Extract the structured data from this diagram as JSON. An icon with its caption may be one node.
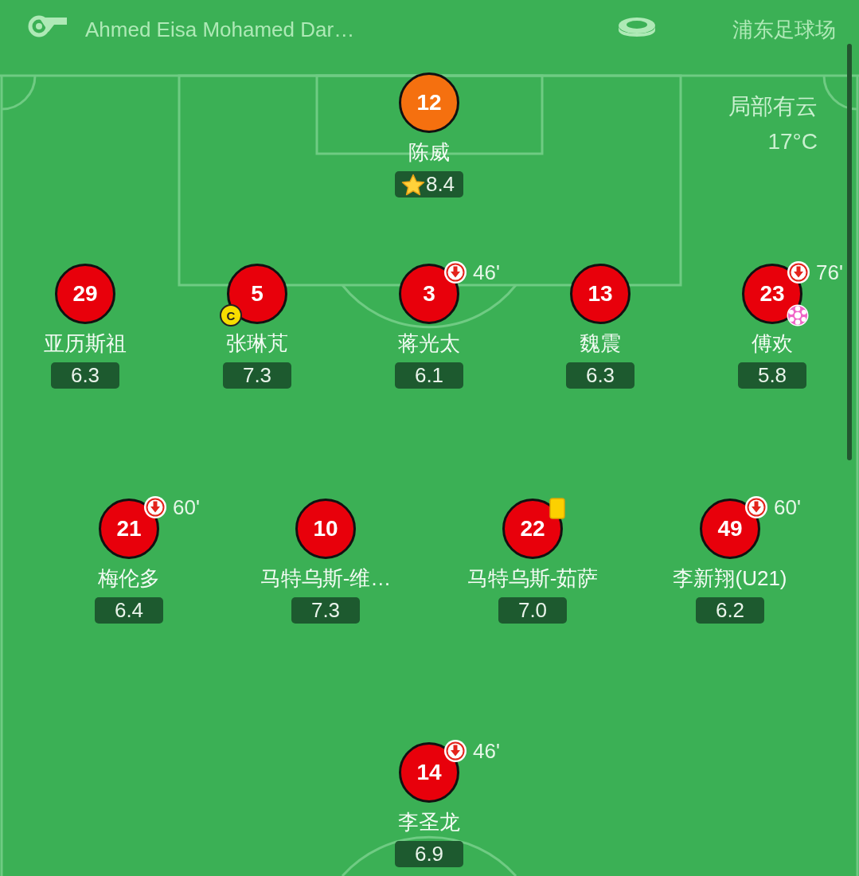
{
  "diagram": {
    "nodes": [
      {
        "text": [
          "12",
          "陈威",
          "8.4"
        ]
      },
      {
        "text": [
          "29",
          "亚历斯祖",
          "6.3"
        ]
      },
      {
        "text": [
          "5",
          "C",
          "张琳芃",
          "7.3"
        ]
      },
      {
        "text": [
          "3",
          "蒋光太",
          "6.1"
        ],
        "beside": [
          "46'"
        ]
      },
      {
        "text": [
          "13",
          "魏震",
          "6.3"
        ]
      },
      {
        "text": [
          "23",
          "傅欢",
          "5.8"
        ],
        "beside": [
          "76'"
        ]
      },
      {
        "text": [
          "21",
          "梅伦多",
          "6.4"
        ],
        "beside": [
          "60'"
        ]
      },
      {
        "text": [
          "10",
          "马特乌斯-维…",
          "7.3"
        ]
      },
      {
        "text": [
          "22",
          "马特乌斯-茹萨",
          "7.0"
        ]
      },
      {
        "text": [
          "49",
          "李新翔(U21)",
          "6.2"
        ],
        "beside": [
          "60'"
        ]
      },
      {
        "text": [
          "14",
          "李圣龙",
          "6.9"
        ],
        "beside": [
          "46'"
        ]
      }
    ],
    "labels": [
      "Ahmed Eisa Mohamed Dar…",
      "浦东足球场",
      "局部有云",
      "17°C"
    ]
  }
}
